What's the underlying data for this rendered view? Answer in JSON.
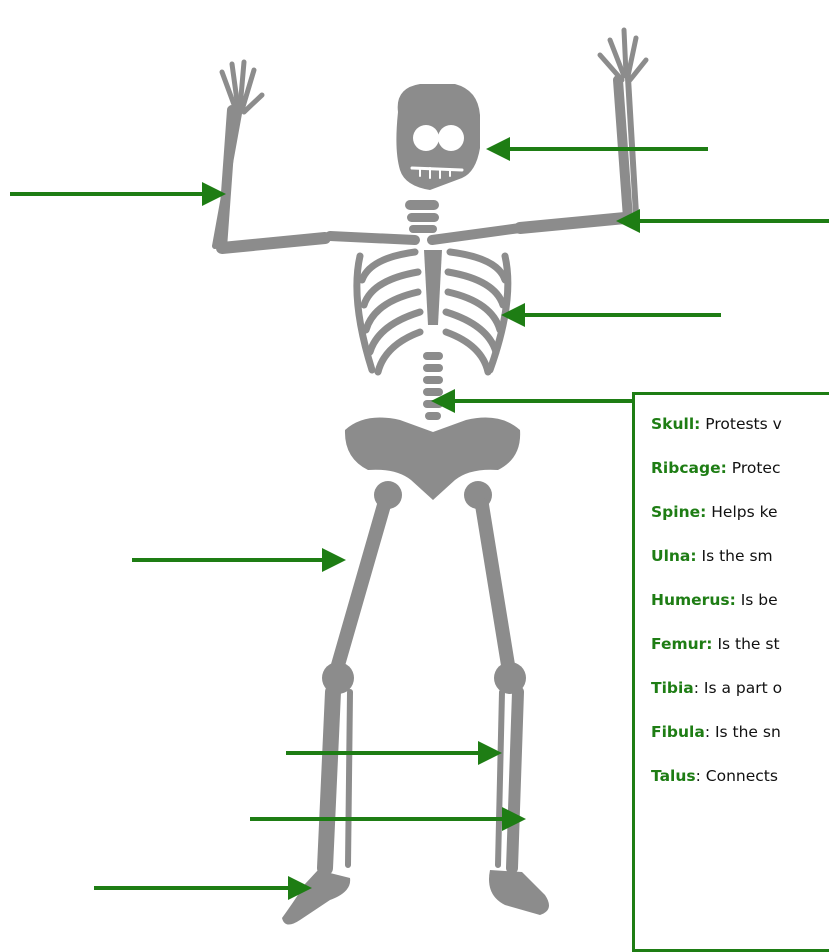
{
  "colors": {
    "bone": "#8c8c8c",
    "arrow": "#1e7d14",
    "term": "#1e7d14",
    "background": "#ffffff"
  },
  "legend": [
    {
      "term": "Skull:",
      "text": " Protests v"
    },
    {
      "term": "Ribcage:",
      "text": " Protec"
    },
    {
      "term": "Spine:",
      "text": " Helps ke"
    },
    {
      "term": "Ulna:",
      "text": " Is the sm"
    },
    {
      "term": "Humerus:",
      "text": " Is be"
    },
    {
      "term": "Femur:",
      "text": " Is the st"
    },
    {
      "term": "Tibia",
      "text": ": Is a part o"
    },
    {
      "term": "Fibula",
      "text": ": Is the sn"
    },
    {
      "term": "Talus",
      "text": ": Connects"
    }
  ]
}
